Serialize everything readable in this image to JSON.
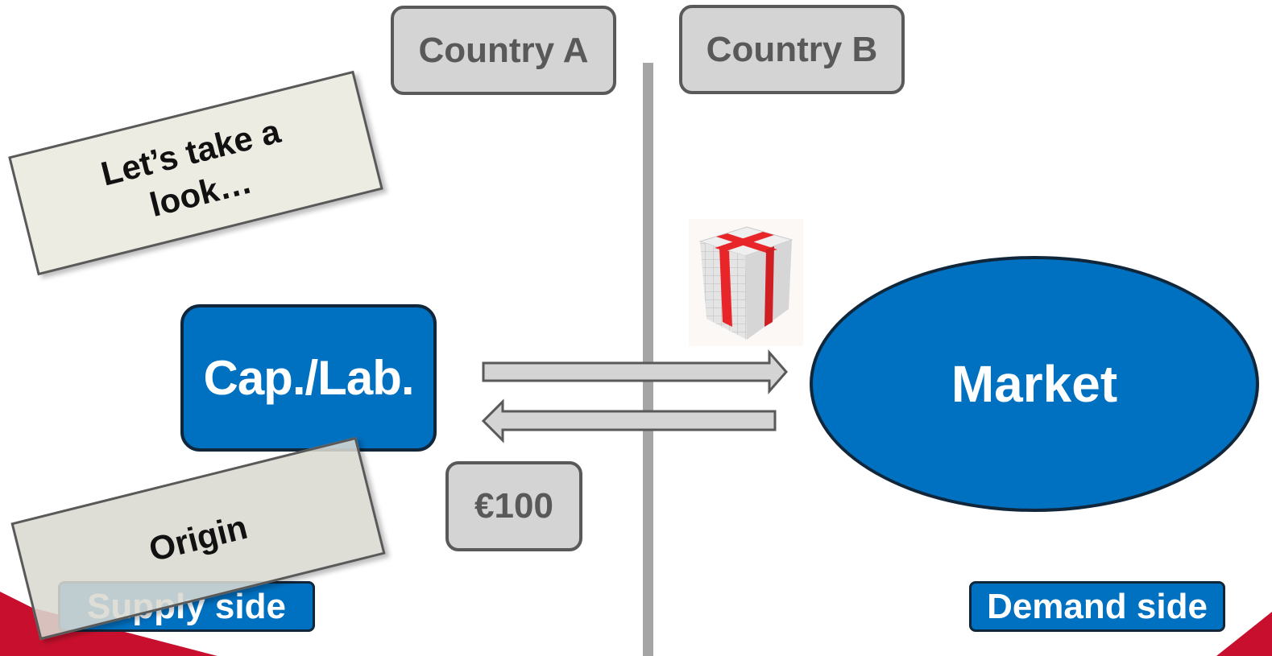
{
  "countries": {
    "a": "Country A",
    "b": "Country B"
  },
  "nodes": {
    "origin_box": "Cap./Lab.",
    "market": "Market"
  },
  "payment": "€100",
  "labels": {
    "supply": "Supply side",
    "demand": "Demand side"
  },
  "notes": {
    "look": "Let’s take a look…",
    "origin": "Origin"
  },
  "colors": {
    "primary_blue": "#0070c0",
    "box_grey": "#d4d4d4",
    "text_grey": "#595959",
    "accent_red": "#c8102e"
  },
  "icons": {
    "gift": "gift-box-icon",
    "arrow_right": "arrow-right-icon",
    "arrow_left": "arrow-left-icon"
  }
}
